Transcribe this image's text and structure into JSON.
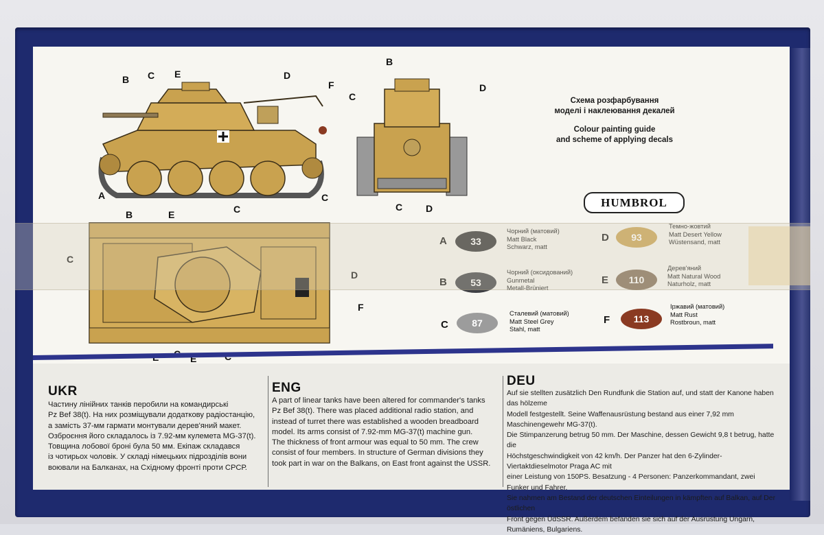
{
  "title_ukr": "Схема розфарбування\nмоделі і наклеювання декалей",
  "title_eng": "Colour painting guide\nand scheme of applying decals",
  "brand": "HUMBROL",
  "callouts": {
    "A": "A",
    "B": "B",
    "C": "C",
    "D": "D",
    "E": "E",
    "F": "F"
  },
  "paints": [
    {
      "letter": "A",
      "code": "33",
      "color": "#2e2e30",
      "ukr": "Чорний (матовий)",
      "eng": "Matt Black",
      "deu": "Schwarz, matt"
    },
    {
      "letter": "B",
      "code": "53",
      "color": "#3e3f44",
      "ukr": "Чорний (оксидований)",
      "eng": "Gunmetal",
      "deu": "Metall-Brüniert"
    },
    {
      "letter": "C",
      "code": "87",
      "color": "#9c9c9c",
      "ukr": "Сталевий (матовий)",
      "eng": "Matt Steel Grey",
      "deu": "Stahl, matt"
    },
    {
      "letter": "D",
      "code": "93",
      "color": "#c9a24f",
      "ukr": "Темно-жовтий",
      "eng": "Matt Desert Yellow",
      "deu": "Wüstensand, matt"
    },
    {
      "letter": "E",
      "code": "110",
      "color": "#806a54",
      "ukr": "Дерев'яний",
      "eng": "Matt Natural Wood",
      "deu": "Naturholz, matt"
    },
    {
      "letter": "F",
      "code": "113",
      "color": "#8a3a22",
      "ukr": "Іржавий (матовий)",
      "eng": "Matt Rust",
      "deu": "Rostbroun, matt"
    }
  ],
  "sections": {
    "ukr": {
      "heading": "UKR",
      "text": "Частину лінійних танків перобили на командирські\nPz Bef 38(t). На них розміщували додаткову радіостанцію,\nа замість 37-мм гармати монтували дерев'яний макет.\nОзброєння його складалось із 7.92-мм кулемета MG-37(t).\nТовщина лобової броні була 50 мм.  Екіпаж складався\nіз чотирьох чоловік.  У складі німецьких підрозділів вони\nвоювали на Балканах, на Східному фронті проти СРСР."
    },
    "eng": {
      "heading": "ENG",
      "text": "A part of linear tanks have been altered for commander's tanks\nPz Bef 38(t). There was placed additional radio station, and\ninstead of turret there was established a wooden breadboard\nmodel. Its arms consist of 7.92-mm MG-37(t) machine gun.\nThe thickness of front armour  was equal to 50 mm.  The crew\nconsist of four members. In structure of German divisions they\ntook part in  war on the Balkans, on East front against the USSR."
    },
    "deu": {
      "heading": "DEU",
      "text": "Auf sie stellten zusätzlich Den Rundfunk die Station  auf, und statt der Kanone haben das hölzeme\nModell festgestellt. Seine Waffenausrüstung bestand aus einer 7,92 mm Maschinengewehr MG-37(t).\nDie Stimpanzerung betrug 50 mm. Der Maschine, dessen Gewicht 9,8 t  betrug, hatte die\nHöchstgeschwindigkeit von 42 km/h. Der Panzer hat den 6-Zylinder-Viertaktdieselmotor Praga AC mit\neiner Leistung von 150PS. Besatzung - 4 Personen: Panzerkommandant, zwei Funker und Fahrer.\nSie nahmen am Bestand der deutschen Einteilungen in kämpften auf Balkan, auf Der östlichen\nFront gegen ÜdSSR. Außerdem befanden sie sich auf der Ausrüstung Ungarn, Rumäniens, Bulgariens."
    }
  }
}
